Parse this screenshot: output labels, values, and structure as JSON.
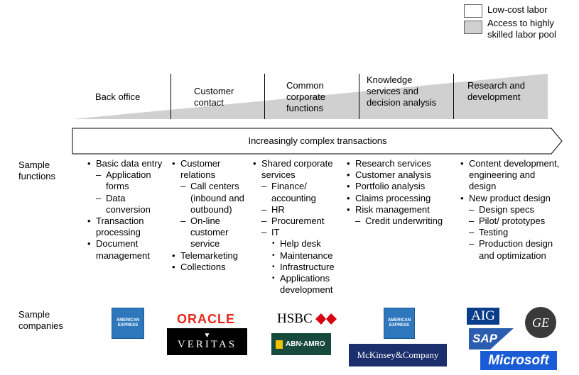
{
  "legend": [
    {
      "label": "Low-cost labor",
      "color": "#ffffff"
    },
    {
      "label": "Access to highly skilled labor pool",
      "color": "#d0d0d0"
    }
  ],
  "stages": [
    "Back office",
    "Customer contact",
    "Common corporate functions",
    "Knowledge services and decision analysis",
    "Research and development"
  ],
  "arrow_label": "Increasingly complex transactions",
  "row_labels": {
    "functions": "Sample functions",
    "companies": "Sample companies"
  },
  "columns": [
    {
      "items": [
        {
          "level": 1,
          "text": "Basic data entry"
        },
        {
          "level": 2,
          "text": "Application forms"
        },
        {
          "level": 2,
          "text": "Data conversion"
        },
        {
          "level": 1,
          "text": "Transaction processing"
        },
        {
          "level": 1,
          "text": "Document management"
        }
      ]
    },
    {
      "items": [
        {
          "level": 1,
          "text": "Customer relations"
        },
        {
          "level": 2,
          "text": "Call centers (inbound and outbound)"
        },
        {
          "level": 2,
          "text": "On-line customer service"
        },
        {
          "level": 1,
          "text": "Telemarketing"
        },
        {
          "level": 1,
          "text": "Collections"
        }
      ]
    },
    {
      "items": [
        {
          "level": 1,
          "text": "Shared corporate services"
        },
        {
          "level": 2,
          "text": "Finance/ accounting"
        },
        {
          "level": 2,
          "text": "HR"
        },
        {
          "level": 2,
          "text": "Procurement"
        },
        {
          "level": 2,
          "text": "IT"
        },
        {
          "level": 3,
          "text": "Help desk"
        },
        {
          "level": 3,
          "text": "Maintenance"
        },
        {
          "level": 3,
          "text": "Infrastructure"
        },
        {
          "level": 3,
          "text": "Applications development"
        }
      ]
    },
    {
      "items": [
        {
          "level": 1,
          "text": "Research services"
        },
        {
          "level": 1,
          "text": "Customer analysis"
        },
        {
          "level": 1,
          "text": "Portfolio analysis"
        },
        {
          "level": 1,
          "text": "Claims processing"
        },
        {
          "level": 1,
          "text": "Risk management"
        },
        {
          "level": 2,
          "text": "Credit underwriting"
        }
      ]
    },
    {
      "items": [
        {
          "level": 1,
          "text": "Content development, engineering and design"
        },
        {
          "level": 1,
          "text": "New product design"
        },
        {
          "level": 2,
          "text": "Design specs"
        },
        {
          "level": 2,
          "text": "Pilot/ prototypes"
        },
        {
          "level": 2,
          "text": "Testing"
        },
        {
          "level": 2,
          "text": "Production design and optimization"
        }
      ]
    }
  ],
  "logos": {
    "amex1": "AMERICAN EXPRESS",
    "oracle": "ORACLE",
    "veritas": "VERITAS",
    "hsbc": "HSBC",
    "abnamro": "ABN·AMRO",
    "amex2": "AMERICAN EXPRESS",
    "mckinsey": "McKinsey&Company",
    "aig": "AIG",
    "ge": "GE",
    "sap": "SAP",
    "microsoft": "Microsoft"
  },
  "colors": {
    "gradient_fill": "#d0d0d0",
    "amex": "#2e77bc",
    "oracle": "#e8261c",
    "hsbc": "#db0011",
    "mckinsey": "#1a2f6b",
    "aig": "#0a3d8a",
    "sap": "#2a5db0",
    "microsoft": "#1a5bd6"
  }
}
